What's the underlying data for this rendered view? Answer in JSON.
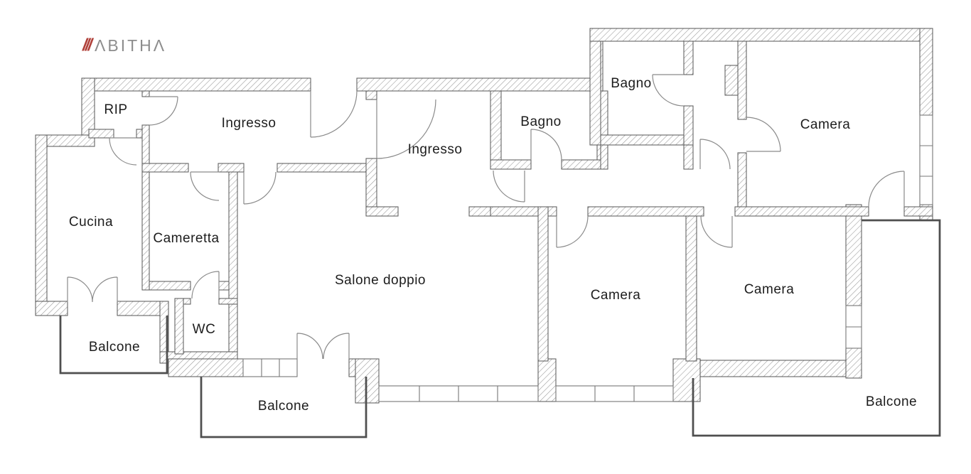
{
  "logo": {
    "slashes": "///",
    "brand": "ABITHA",
    "brand_display": "ΛBITHΛ"
  },
  "plan": {
    "rooms": {
      "rip": {
        "label": "RIP"
      },
      "ingresso_nord": {
        "label": "Ingresso"
      },
      "ingresso_centro": {
        "label": "Ingresso"
      },
      "bagno_centro": {
        "label": "Bagno"
      },
      "bagno_nord": {
        "label": "Bagno"
      },
      "camera_nordest": {
        "label": "Camera"
      },
      "cucina": {
        "label": "Cucina"
      },
      "cameretta": {
        "label": "Cameretta"
      },
      "salone": {
        "label": "Salone doppio"
      },
      "wc": {
        "label": "WC"
      },
      "camera_centro": {
        "label": "Camera"
      },
      "camera_est": {
        "label": "Camera"
      },
      "balcone_ovest": {
        "label": "Balcone"
      },
      "balcone_sud": {
        "label": "Balcone"
      },
      "balcone_est": {
        "label": "Balcone"
      }
    },
    "colors": {
      "wall_hatch": "#979797",
      "wall_edge": "#555555",
      "door_line": "#8a8a8a",
      "balcony_line": "#4f4f4f",
      "label_text": "#1d1d1d",
      "logo_red": "#b0413a",
      "logo_gray": "#8d8d8d"
    }
  }
}
